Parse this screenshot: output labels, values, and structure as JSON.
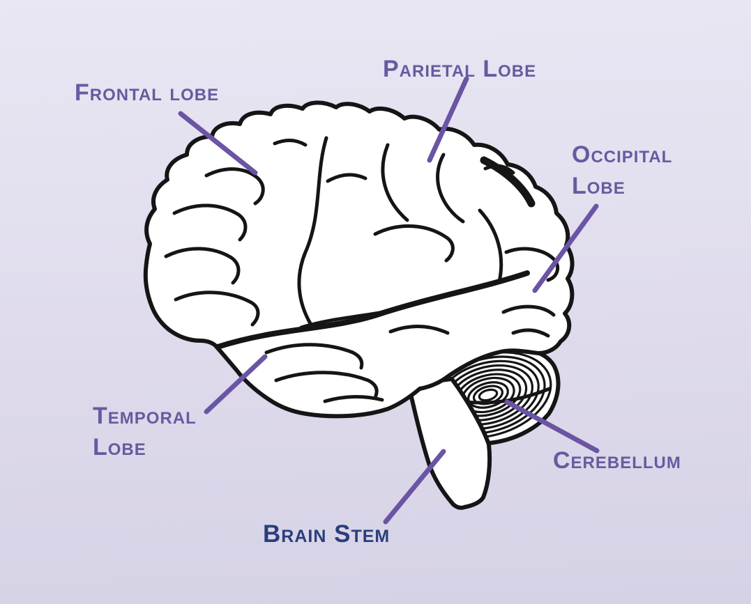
{
  "figure": {
    "alt": "Hand-drawn line illustration of a human brain, lateral view, with labeled lobes"
  },
  "labels": {
    "frontal": "Frontal lobe",
    "parietal": "Parietal Lobe",
    "occipital": "Occipital Lobe",
    "temporal": "Temporal Lobe",
    "cerebellum": "Cerebellum",
    "brain_stem": "Brain Stem"
  },
  "colors": {
    "background_top": "#e9e7f3",
    "background_bottom": "#d6d2e5",
    "label_purple": "#675a9f",
    "leader_purple": "#6b54a4",
    "brainstem_navy": "#2a3e7c",
    "ink": "#151515",
    "brain_fill": "#ffffff"
  }
}
